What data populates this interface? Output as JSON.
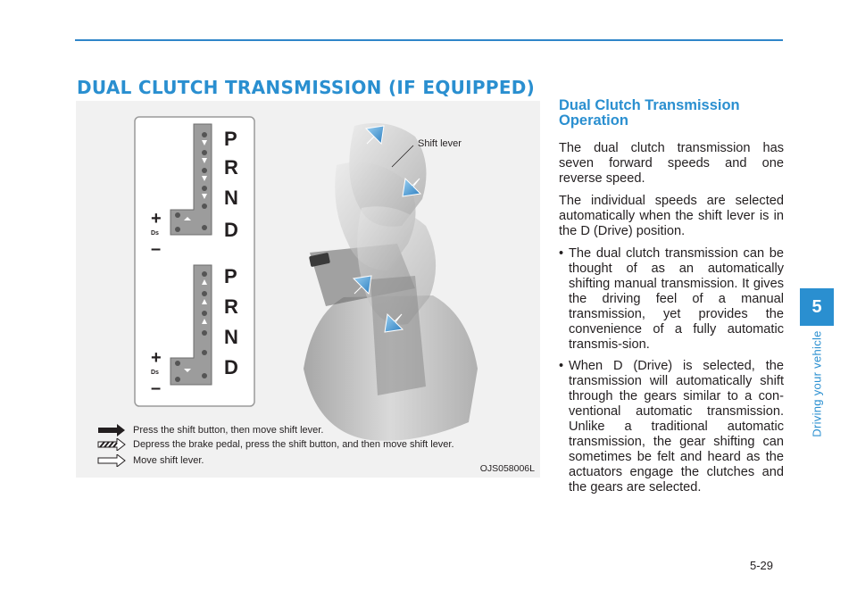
{
  "section_title": "DUAL CLUTCH TRANSMISSION (IF EQUIPPED)",
  "figure": {
    "callout": "Shift lever",
    "code": "OJS058006L",
    "gate_letters": [
      "P",
      "R",
      "N",
      "D"
    ],
    "plus": "+",
    "minus": "–",
    "ds": "Ds",
    "legend": [
      {
        "icon": "solid-arrow-icon",
        "text": "Press the shift button, then move shift lever."
      },
      {
        "icon": "hatched-arrow-icon",
        "text": "Depress the brake pedal, press the shift button, and then move shift lever."
      },
      {
        "icon": "outline-arrow-icon",
        "text": "Move shift lever."
      }
    ]
  },
  "content": {
    "heading": "Dual Clutch Transmission Operation",
    "para1": "The dual clutch transmission has seven forward speeds and one reverse speed.",
    "para2": "The individual speeds are selected automatically when the shift lever is in the D (Drive) position.",
    "bullet1": "The dual clutch transmission can be thought of as an automatically shifting manual transmission. It gives the driving feel of a manual transmission, yet provides the convenience of a fully automatic transmis-sion.",
    "bullet2": "When D (Drive) is selected, the transmission will automatically shift through the gears similar to a con-ventional automatic transmission. Unlike a traditional automatic transmission, the gear shifting can sometimes be felt and heard as the actuators engage the clutches and the gears are selected."
  },
  "side_tab": {
    "number": "5",
    "label": "Driving your vehicle"
  },
  "page_number": "5-29",
  "colors": {
    "accent": "#2a8fd0",
    "rule": "#2f86c9",
    "figure_bg": "#f1f1f1"
  }
}
